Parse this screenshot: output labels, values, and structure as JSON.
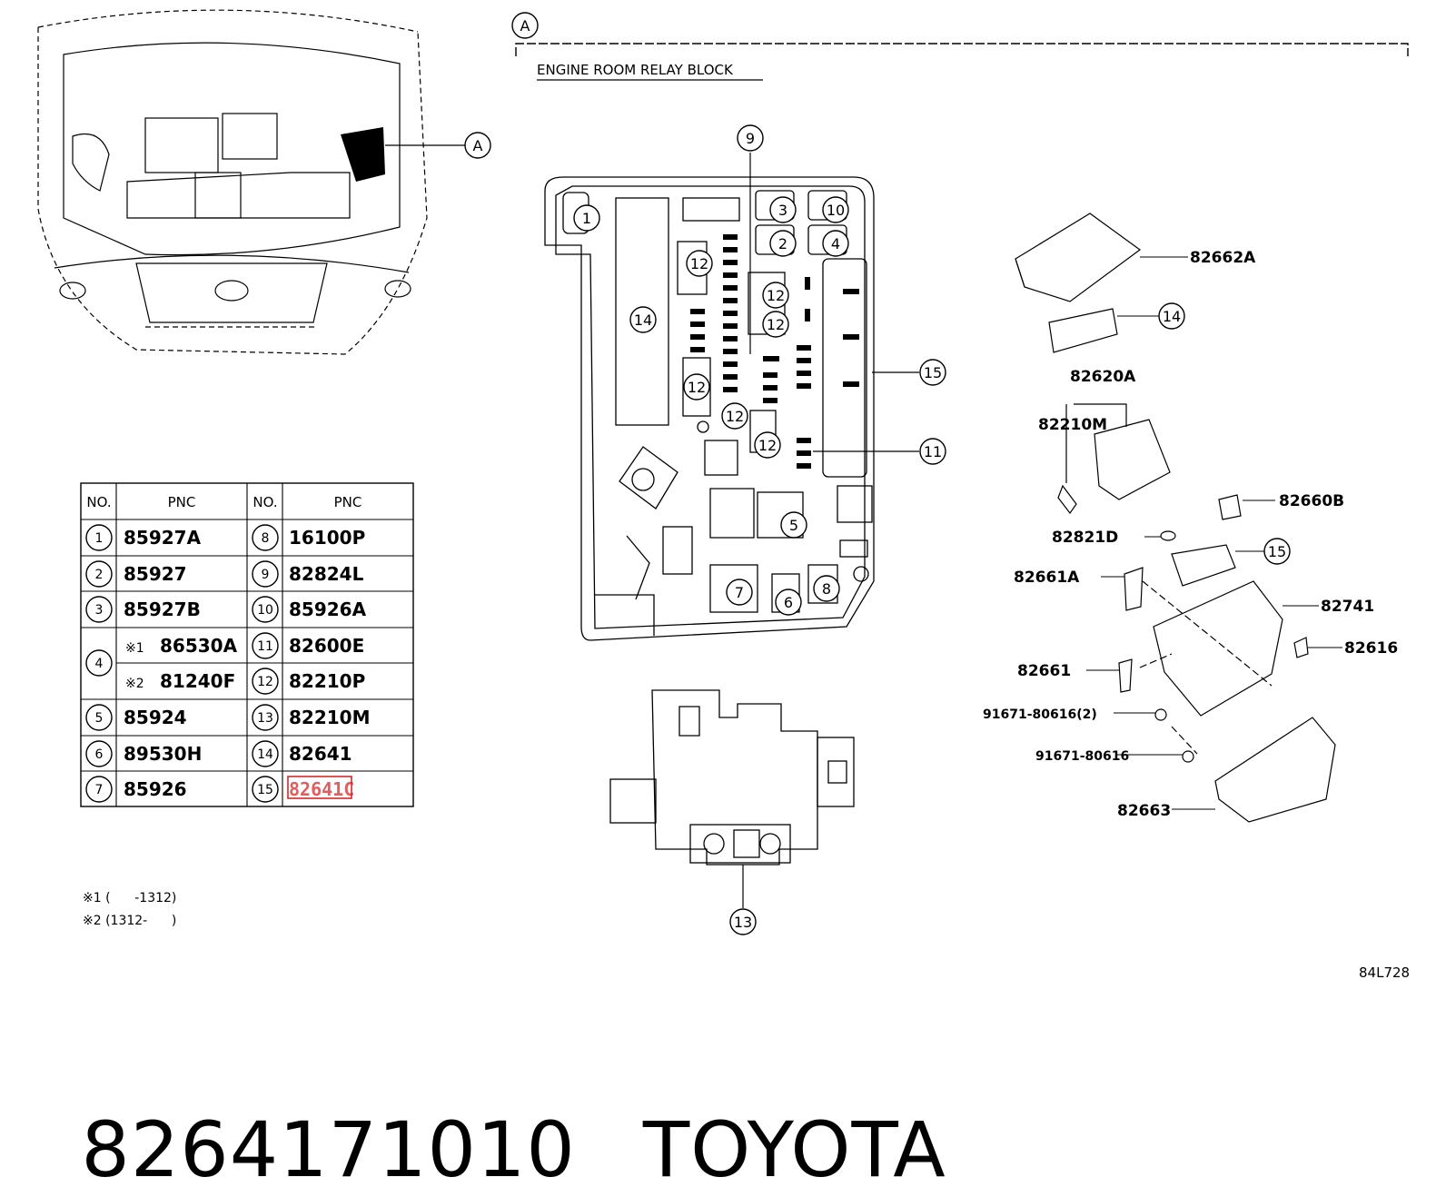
{
  "diagram": {
    "section_marker": "A",
    "section_title": "ENGINE ROOM RELAY BLOCK",
    "illustration_code": "84L728",
    "callouts": [
      "1",
      "2",
      "3",
      "4",
      "5",
      "6",
      "7",
      "8",
      "9",
      "10",
      "11",
      "12",
      "13",
      "14",
      "15"
    ],
    "part_labels": {
      "p82662A": "82662A",
      "p82620A": "82620A",
      "p82210M": "82210M",
      "p82660B": "82660B",
      "p82821D": "82821D",
      "p82661A": "82661A",
      "p82741": "82741",
      "p82661": "82661",
      "p82616": "82616",
      "p91671a": "91671-80616(2)",
      "p91671b": "91671-80616",
      "p82663": "82663"
    }
  },
  "table": {
    "headers": [
      "NO.",
      "PNC",
      "NO.",
      "PNC"
    ],
    "left": [
      {
        "no": "1",
        "pnc": "85927A"
      },
      {
        "no": "2",
        "pnc": "85927"
      },
      {
        "no": "3",
        "pnc": "85927B"
      },
      {
        "no": "4",
        "sub": [
          {
            "mark": "※1",
            "pnc": "86530A"
          },
          {
            "mark": "※2",
            "pnc": "81240F"
          }
        ]
      },
      {
        "no": "5",
        "pnc": "85924"
      },
      {
        "no": "6",
        "pnc": "89530H"
      },
      {
        "no": "7",
        "pnc": "85926"
      }
    ],
    "right": [
      {
        "no": "8",
        "pnc": "16100P"
      },
      {
        "no": "9",
        "pnc": "82824L"
      },
      {
        "no": "10",
        "pnc": "85926A"
      },
      {
        "no": "11",
        "pnc": "82600E"
      },
      {
        "no": "12",
        "pnc": "82210P"
      },
      {
        "no": "13",
        "pnc": "82210M"
      },
      {
        "no": "14",
        "pnc": "82641"
      },
      {
        "no": "15",
        "pnc": "82641C",
        "highlight": true
      }
    ],
    "highlight_color": "#d62828"
  },
  "notes": [
    "※1 (      -1312)",
    "※2 (1312-      )"
  ],
  "caption": {
    "part_number": "8264171010",
    "brand": "TOYOTA"
  }
}
